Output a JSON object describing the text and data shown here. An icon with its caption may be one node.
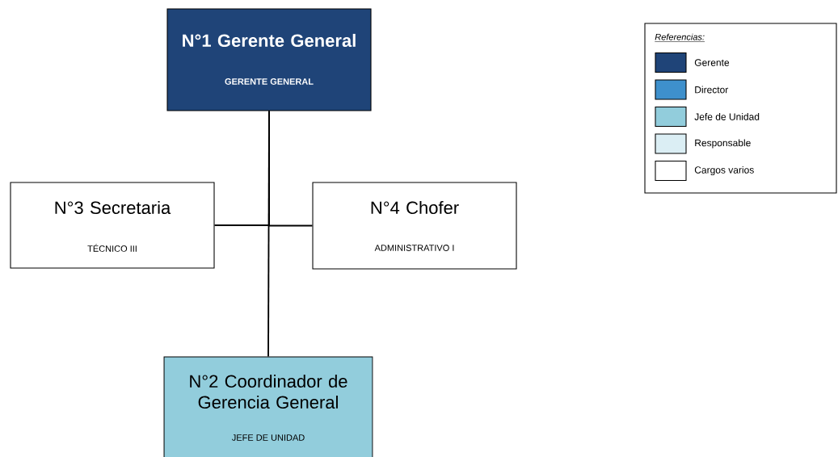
{
  "diagram": {
    "nodes": [
      {
        "text": [
          "N°1 Gerente General",
          "GERENTE GENERAL"
        ]
      },
      {
        "text": [
          "N°3 Secretaria",
          "TÉCNICO III"
        ]
      },
      {
        "text": [
          "N°4 Chofer",
          "ADMINISTRATIVO I"
        ]
      },
      {
        "text": [
          "N°2 Coordinador de Gerencia General",
          "JEFE DE UNIDAD"
        ]
      }
    ],
    "edges": [
      {
        "from": 0,
        "to": 1,
        "arrow": "none"
      },
      {
        "from": 0,
        "to": 2,
        "arrow": "none"
      },
      {
        "from": 0,
        "to": 3,
        "arrow": "none"
      }
    ],
    "labels": [
      "Referencias:"
    ],
    "legend": [
      {
        "text": "Gerente",
        "color": "#1f4478"
      },
      {
        "text": "Director",
        "color": "#3e90cc"
      },
      {
        "text": "Jefe de Unidad",
        "color": "#92cddc"
      },
      {
        "text": "Responsable",
        "color": "#dbeef4"
      },
      {
        "text": "Cargos varios"
      }
    ]
  }
}
